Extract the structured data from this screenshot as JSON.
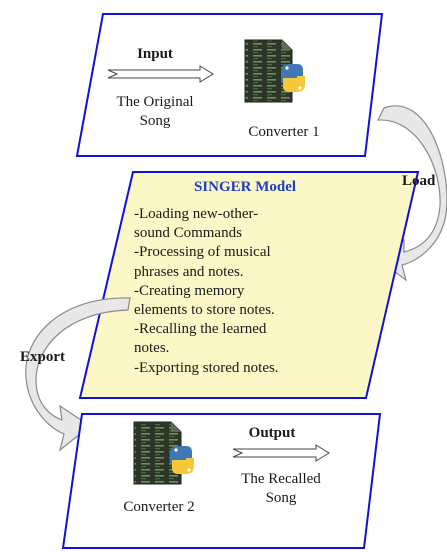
{
  "top_box": {
    "input_label": "Input",
    "source_line1": "The Original",
    "source_line2": "Song",
    "converter_label": "Converter 1"
  },
  "load_label": "Load",
  "model_box": {
    "title": "SINGER Model",
    "lines": [
      "-Loading new-other-",
      "sound Commands",
      "-Processing of musical",
      "phrases and notes.",
      "-Creating memory",
      "elements to store notes.",
      "-Recalling the learned",
      "notes.",
      "-Exporting stored notes."
    ]
  },
  "export_label": "Export",
  "bottom_box": {
    "output_label": "Output",
    "result_line1": "The Recalled",
    "result_line2": "Song",
    "converter_label": "Converter 2"
  },
  "colors": {
    "box_border": "#1010d8",
    "model_fill": "#fbf7c6",
    "model_title": "#1f3fbf",
    "curved_arrow_fill": "#e8e8e8",
    "curved_arrow_stroke": "#8a8a8a",
    "file_icon": "#2d3a2a",
    "python_blue": "#3f79b5",
    "python_yellow": "#f7c93a"
  },
  "icons": [
    "python-file-icon",
    "python-file-icon"
  ]
}
